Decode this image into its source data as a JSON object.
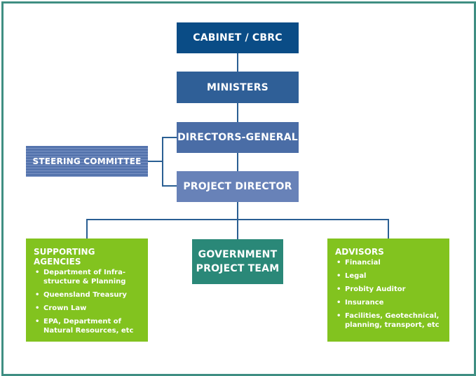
{
  "diagram": {
    "type": "organization-chart",
    "nodes": {
      "cabinet": "CABINET / CBRC",
      "ministers": "MINISTERS",
      "directors_general": "DIRECTORS-GENERAL",
      "project_director": "PROJECT DIRECTOR",
      "steering_committee": "STEERING COMMITTEE",
      "government_project_team": [
        "GOVERNMENT",
        "PROJECT TEAM"
      ],
      "supporting_agencies": {
        "title": "SUPPORTING AGENCIES",
        "items": [
          "Department of Infra-structure & Planning",
          "Queensland Treasury",
          "Crown Law",
          "EPA, Department of Natural Resources, etc"
        ]
      },
      "advisors": {
        "title": "ADVISORS",
        "items": [
          "Financial",
          "Legal",
          "Probity Auditor",
          "Insurance",
          "Facilities, Geotechnical, planning, transport, etc"
        ]
      }
    },
    "edges": [
      [
        "cabinet",
        "ministers"
      ],
      [
        "ministers",
        "directors_general"
      ],
      [
        "directors_general",
        "project_director"
      ],
      [
        "steering_committee",
        "directors_general"
      ],
      [
        "steering_committee",
        "project_director"
      ],
      [
        "project_director",
        "supporting_agencies"
      ],
      [
        "project_director",
        "government_project_team"
      ],
      [
        "project_director",
        "advisors"
      ]
    ],
    "bullet": "•",
    "colors": {
      "frame": "#3f8e82",
      "cabinet": "#0a4c86",
      "ministers": "#2f5f97",
      "directors_general": "#4a6da6",
      "project_director": "#6882b8",
      "steering_committee": "#5574ad",
      "government_project_team": "#2a8878",
      "green_boxes": "#82c31f",
      "connector": "#2a5f93"
    }
  }
}
